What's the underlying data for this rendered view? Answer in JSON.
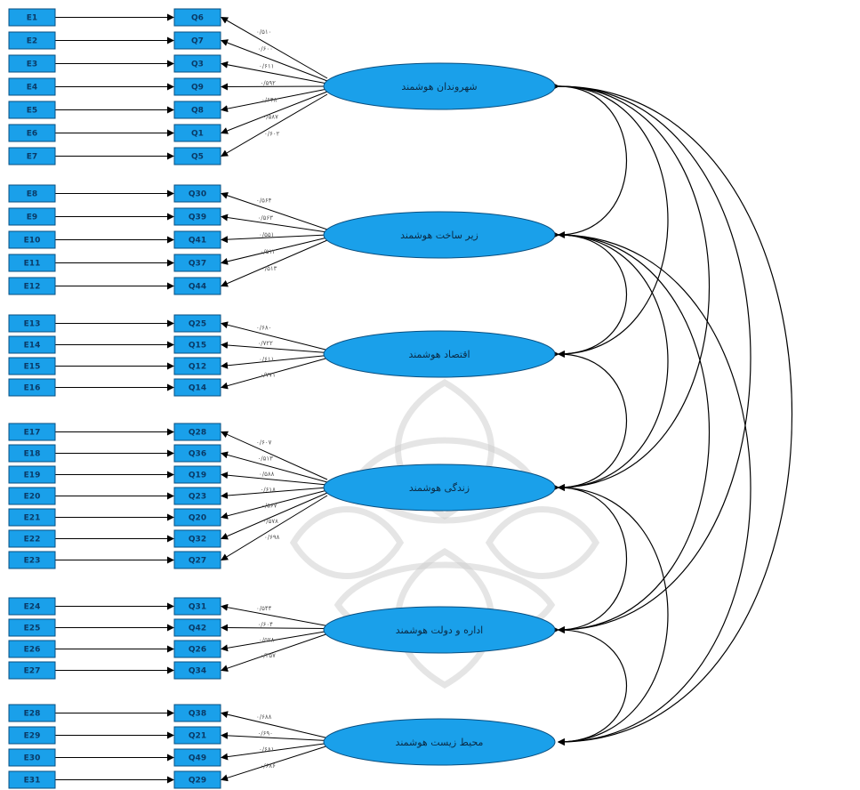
{
  "constructs": [
    {
      "name": "شهروندان هوشمند",
      "errors": [
        "E1",
        "E2",
        "E3",
        "E4",
        "E5",
        "E6",
        "E7"
      ],
      "items": [
        "Q6",
        "Q7",
        "Q3",
        "Q9",
        "Q8",
        "Q1",
        "Q5"
      ],
      "loadings": [
        "۰/۵۱۰",
        "۰/۶۰۰",
        "۰/۶۱۱",
        "۰/۵۹۲",
        "۰/۶۴۸",
        "۰/۵۸۷",
        "۰/۶۰۲"
      ]
    },
    {
      "name": "زیر ساخت هوشمند",
      "errors": [
        "E8",
        "E9",
        "E10",
        "E11",
        "E12"
      ],
      "items": [
        "Q30",
        "Q39",
        "Q41",
        "Q37",
        "Q44"
      ],
      "loadings": [
        "۰/۵۶۴",
        "۰/۵۶۳",
        "۰/۵۵۱",
        "۰/۵۱۲",
        "۰/۵۱۳"
      ]
    },
    {
      "name": "اقتصاد هوشمند",
      "errors": [
        "E13",
        "E14",
        "E15",
        "E16"
      ],
      "items": [
        "Q25",
        "Q15",
        "Q12",
        "Q14"
      ],
      "loadings": [
        "۰/۶۸۰",
        "۰/۷۲۲",
        "۰/۶۱۱",
        "۰/۷۷۱"
      ]
    },
    {
      "name": "زندگی هوشمند",
      "errors": [
        "E17",
        "E18",
        "E19",
        "E20",
        "E21",
        "E22",
        "E23"
      ],
      "items": [
        "Q28",
        "Q36",
        "Q19",
        "Q23",
        "Q20",
        "Q32",
        "Q27"
      ],
      "loadings": [
        "۰/۶۰۷",
        "۰/۵۱۳",
        "۰/۵۸۸",
        "۰/۶۱۸",
        "۰/۵۶۷",
        "۰/۵۷۸",
        "۰/۶۹۸"
      ]
    },
    {
      "name": "اداره و دولت هوشمند",
      "errors": [
        "E24",
        "E25",
        "E26",
        "E27"
      ],
      "items": [
        "Q31",
        "Q42",
        "Q26",
        "Q34"
      ],
      "loadings": [
        "۰/۵۴۴",
        "۰/۶۰۴",
        "۰/۵۲۸",
        "۰/۴۵۷"
      ]
    },
    {
      "name": "محیط زیست هوشمند",
      "errors": [
        "E28",
        "E29",
        "E30",
        "E31"
      ],
      "items": [
        "Q38",
        "Q21",
        "Q49",
        "Q29"
      ],
      "loadings": [
        "۰/۶۸۸",
        "۰/۶۹۰",
        "۰/۶۸۱",
        "۰/۶۸۶"
      ]
    }
  ],
  "covariances": [
    [
      0,
      1
    ],
    [
      0,
      2
    ],
    [
      0,
      3
    ],
    [
      0,
      4
    ],
    [
      0,
      5
    ],
    [
      1,
      2
    ],
    [
      1,
      3
    ],
    [
      1,
      4
    ],
    [
      1,
      5
    ],
    [
      2,
      3
    ],
    [
      3,
      4
    ],
    [
      3,
      5
    ],
    [
      4,
      5
    ]
  ],
  "colors": {
    "box_fill": "#1aa0ea",
    "box_stroke": "#0a4f80",
    "latent_fill": "#1aa0ea",
    "line": "#000000",
    "watermark": "#cfcfcf"
  }
}
